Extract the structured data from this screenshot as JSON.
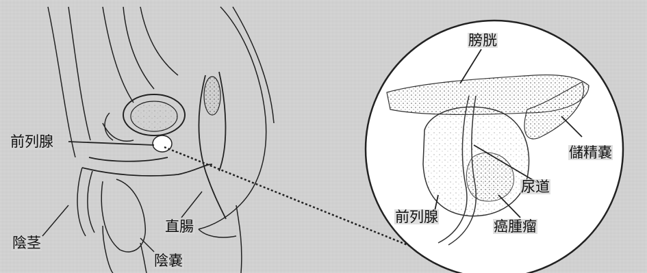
{
  "labels": {
    "left_prostate": "前列腺",
    "penis": "陰茎",
    "scrotum": "陰嚢",
    "rectum": "直腸",
    "bladder": "膀胱",
    "seminal_vesicle": "儲精嚢",
    "urethra": "尿道",
    "right_prostate": "前列腺",
    "tumor": "癌腫瘤"
  },
  "colors": {
    "background": "#d6d6d6",
    "lines": "#222222",
    "circle_fill": "#ffffff"
  }
}
